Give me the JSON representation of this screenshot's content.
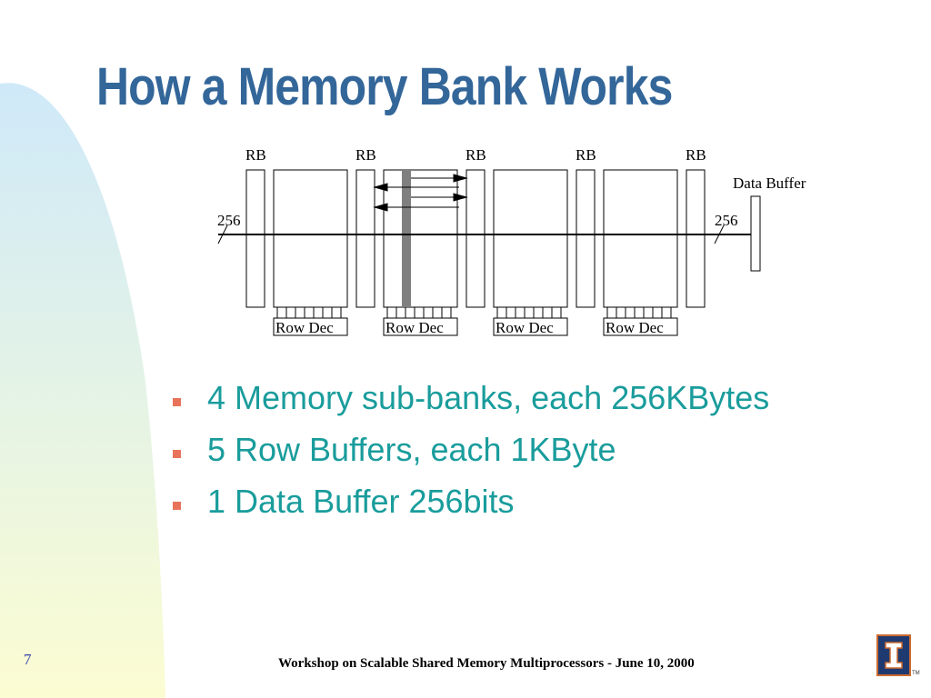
{
  "slide": {
    "title": "How a Memory Bank Works",
    "page_number": "7",
    "footer": "Workshop on Scalable Shared Memory Multiprocessors - June 10, 2000"
  },
  "diagram": {
    "row_buffer_labels": [
      "RB",
      "RB",
      "RB",
      "RB",
      "RB"
    ],
    "bus_width_left": "256",
    "bus_width_right": "256",
    "data_buffer_label": "Data Buffer",
    "row_decoder_labels": [
      "Row Dec",
      "Row Dec",
      "Row Dec",
      "Row Dec"
    ]
  },
  "bullets": [
    "4 Memory sub-banks, each 256KBytes",
    "5 Row Buffers, each 1KByte",
    "1 Data Buffer 256bits"
  ],
  "colors": {
    "title": "#336699",
    "bullet_text": "#1a9c9c",
    "bullet_marker": "#e8735a",
    "background_swoosh_top": "#cfe9f9",
    "background_swoosh_bottom": "#fcfcd2"
  },
  "logo": {
    "icon": "university-i-logo-icon",
    "trademark": "TM"
  }
}
